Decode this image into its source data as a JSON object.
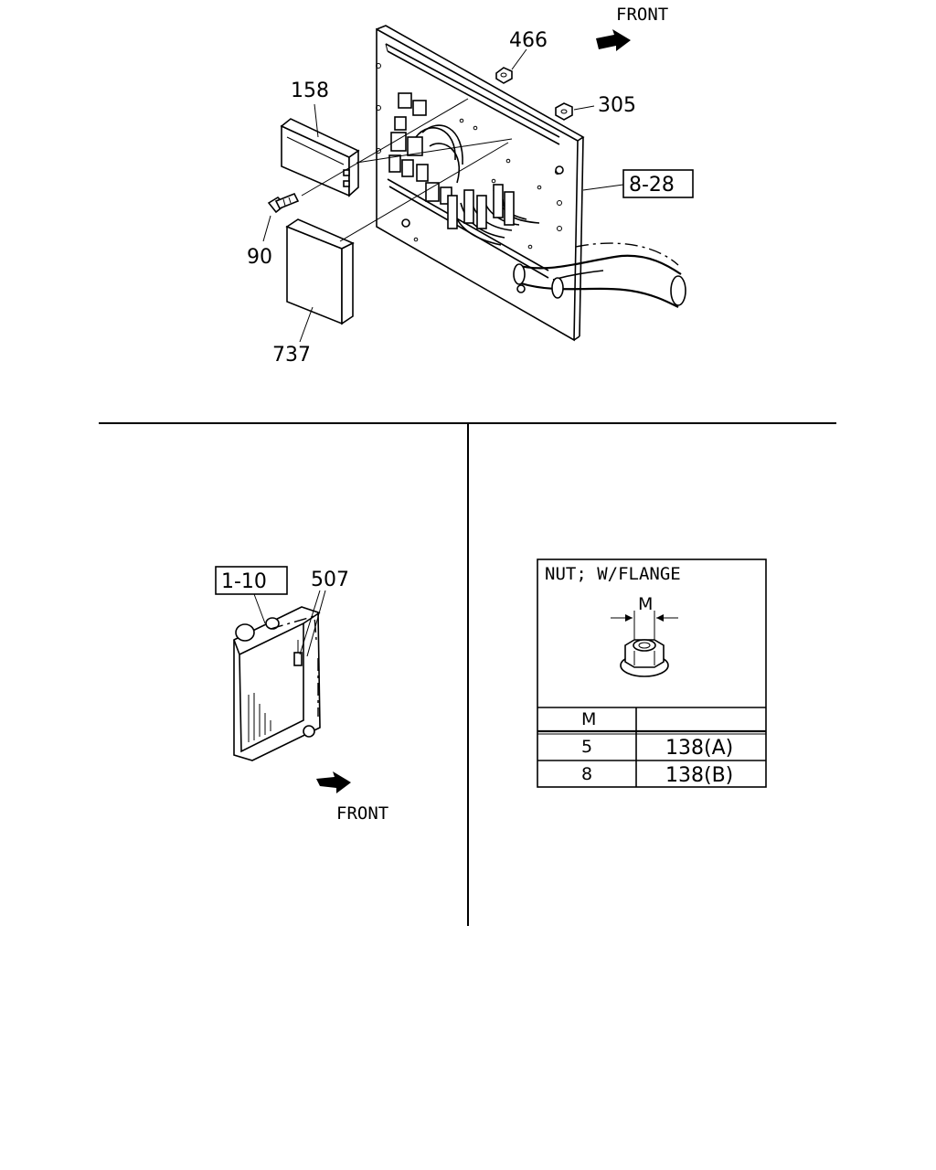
{
  "top_diagram": {
    "front_label": "FRONT",
    "callouts": {
      "part_466": "466",
      "part_158": "158",
      "part_305": "305",
      "ref_8_28": "8-28",
      "part_90": "90",
      "part_737": "737"
    }
  },
  "bottom_left_diagram": {
    "ref_1_10": "1-10",
    "part_507": "507",
    "front_label": "FRONT"
  },
  "nut_table": {
    "title": "NUT; W/FLANGE",
    "dimension_label": "M",
    "header": [
      "M",
      ""
    ],
    "rows": [
      [
        "5",
        "138(A)"
      ],
      [
        "8",
        "138(B)"
      ]
    ]
  }
}
